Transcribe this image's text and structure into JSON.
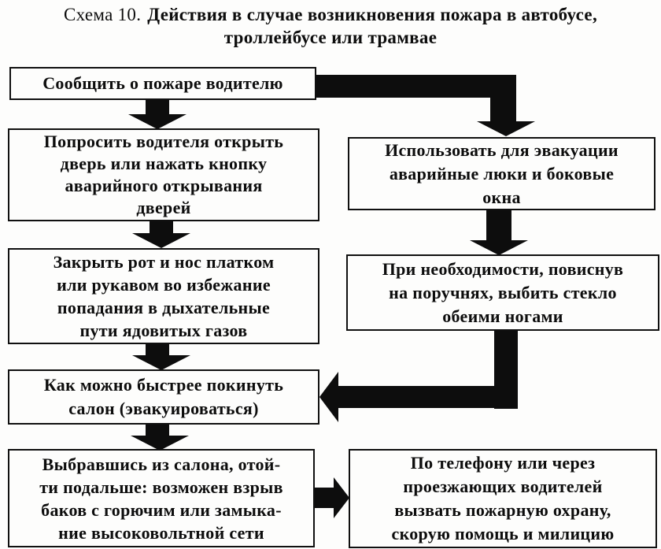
{
  "title": {
    "prefix": "Схема 10.",
    "line1": "Действия в случае возникновения пожара в автобусе,",
    "line2": "троллейбусе или трамвае"
  },
  "boxes": {
    "report_fire": "Сообщить о пожаре водителю",
    "ask_driver": "Попросить водителя открыть\nдверь или нажать кнопку\nаварийного открывания\nдверей",
    "cover_mouth": "Закрыть рот и нос платком\nили рукавом во избежание\nпопадания в дыхательные\nпути ядовитых газов",
    "leave_cabin": "Как можно быстрее покинуть\nсалон (эвакуироваться)",
    "move_away": "Выбравшись из салона, отой-\nти подальше: возможен взрыв\nбаков с горючим или замыка-\nние высоковольтной сети",
    "use_hatches": "Использовать для эвакуации\nаварийные люки и боковые\nокна",
    "break_glass": "При необходимости, повиснув\nна поручнях, выбить стекло\nобеими ногами",
    "call_help": "По телефону или через\nпроезжающих водителей\nвызвать пожарную охрану,\nскорую помощь и милицию"
  },
  "colors": {
    "ink": "#0d0d0d",
    "paper": "#fdfdfc"
  }
}
